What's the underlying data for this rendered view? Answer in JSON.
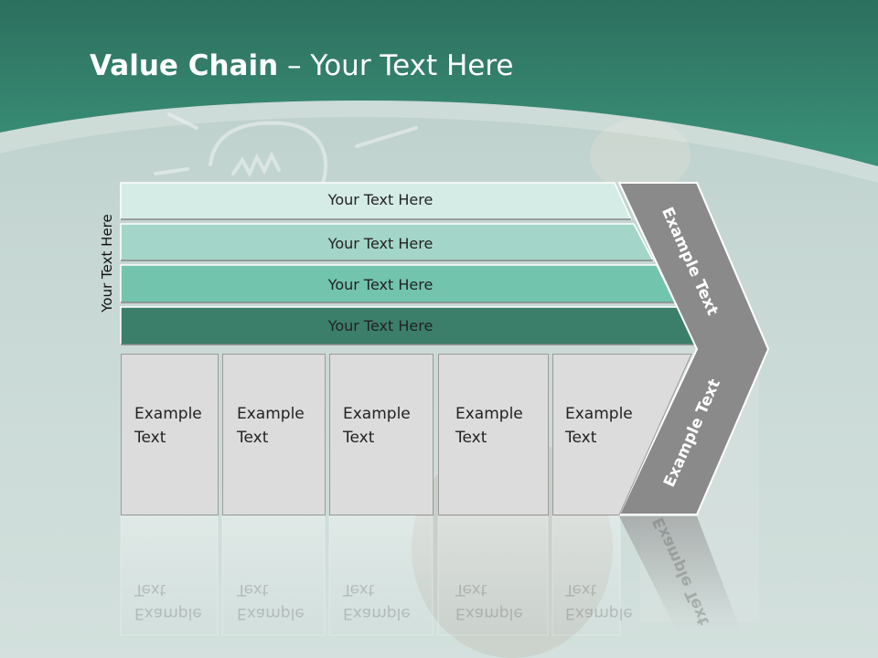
{
  "title": {
    "bold": "Value Chain",
    "rest": " – Your Text Here"
  },
  "side_label": "Your Text Here",
  "bars": [
    {
      "label": "Your Text Here",
      "color": "#d5ece6"
    },
    {
      "label": "Your Text Here",
      "color": "#a3d6c8"
    },
    {
      "label": "Your Text Here",
      "color": "#72c4ad"
    },
    {
      "label": "Your Text Here",
      "color": "#3b7f6a"
    }
  ],
  "boxes": [
    {
      "line1": "Example",
      "line2": "Text"
    },
    {
      "line1": "Example",
      "line2": "Text"
    },
    {
      "line1": "Example",
      "line2": "Text"
    },
    {
      "line1": "Example",
      "line2": "Text"
    },
    {
      "line1": "Example",
      "line2": "Text"
    }
  ],
  "chevron": {
    "upper": "Example Text",
    "lower": "Example Text"
  },
  "colors": {
    "header": "#2e8c75",
    "chevron": "#8a8a8a",
    "box": "#dcdcdc"
  }
}
